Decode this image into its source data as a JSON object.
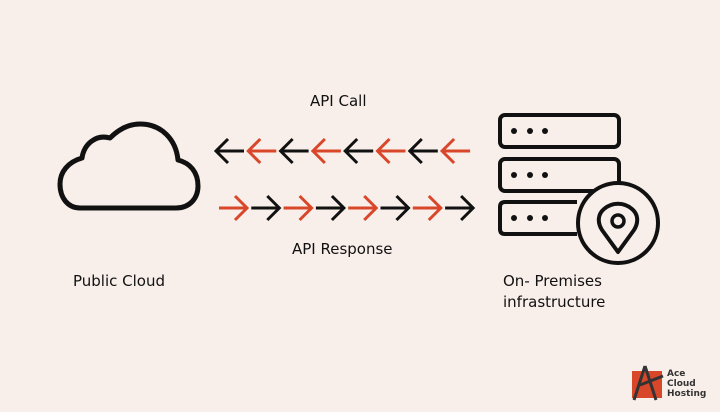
{
  "labels": {
    "api_call": "API Call",
    "api_response": "API Response",
    "public_cloud": "Public Cloud",
    "on_prem_line1": "On- Premises",
    "on_prem_line2": "infrastructure"
  },
  "logo": {
    "line1": "Ace",
    "line2": "Cloud",
    "line3": "Hosting"
  },
  "colors": {
    "accent": "#d9472a",
    "dark": "#111111",
    "background": "#f9efea"
  },
  "arrows": {
    "api_call": {
      "direction": "left",
      "count": 8,
      "pattern": [
        "dark",
        "accent",
        "dark",
        "accent",
        "dark",
        "accent",
        "dark",
        "accent"
      ]
    },
    "api_response": {
      "direction": "right",
      "count": 8,
      "pattern": [
        "accent",
        "dark",
        "accent",
        "dark",
        "accent",
        "dark",
        "accent",
        "dark"
      ]
    }
  },
  "icons": {
    "cloud": "cloud-icon",
    "server": "server-stack-icon",
    "pin": "location-pin-icon"
  }
}
